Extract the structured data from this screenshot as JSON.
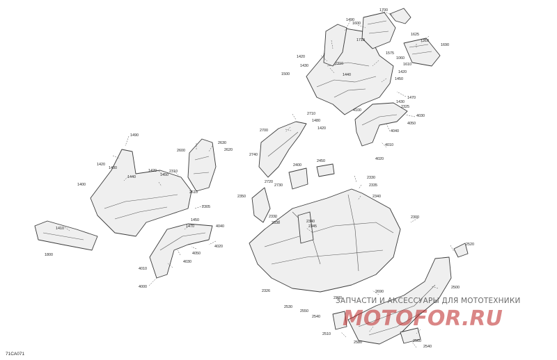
{
  "diagram": {
    "code": "71CA071"
  },
  "callouts": [
    {
      "id": "c1700",
      "text": "1700"
    },
    {
      "id": "c1490a",
      "text": "1490"
    },
    {
      "id": "c1600",
      "text": "1600"
    },
    {
      "id": "c1625",
      "text": "1625"
    },
    {
      "id": "c1710",
      "text": "1710"
    },
    {
      "id": "c1310",
      "text": "1310"
    },
    {
      "id": "c1690",
      "text": "1690"
    },
    {
      "id": "c1575",
      "text": "1575"
    },
    {
      "id": "c1420a",
      "text": "1420"
    },
    {
      "id": "c1060",
      "text": "1060"
    },
    {
      "id": "c1610",
      "text": "1610"
    },
    {
      "id": "c1430a",
      "text": "1430"
    },
    {
      "id": "c2310a",
      "text": "2310"
    },
    {
      "id": "c1420b",
      "text": "1420"
    },
    {
      "id": "c1500",
      "text": "1500"
    },
    {
      "id": "c1440a",
      "text": "1440"
    },
    {
      "id": "c1450a",
      "text": "1450"
    },
    {
      "id": "c1470a",
      "text": "1470"
    },
    {
      "id": "c1430b",
      "text": "1430"
    },
    {
      "id": "c2325",
      "text": "2325"
    },
    {
      "id": "c4100",
      "text": "4100"
    },
    {
      "id": "c4030a",
      "text": "4030"
    },
    {
      "id": "c4050a",
      "text": "4050"
    },
    {
      "id": "c4040",
      "text": "4040"
    },
    {
      "id": "c4010a",
      "text": "4010"
    },
    {
      "id": "c4020a",
      "text": "4020"
    },
    {
      "id": "c2710",
      "text": "2710"
    },
    {
      "id": "c1480",
      "text": "1480"
    },
    {
      "id": "c1420c",
      "text": "1420"
    },
    {
      "id": "c2700",
      "text": "2700"
    },
    {
      "id": "c1490b",
      "text": "1490"
    },
    {
      "id": "c2630",
      "text": "2630"
    },
    {
      "id": "c2620",
      "text": "2620"
    },
    {
      "id": "c2600",
      "text": "2600"
    },
    {
      "id": "c1420d",
      "text": "1420"
    },
    {
      "id": "c1430c",
      "text": "1430"
    },
    {
      "id": "c1440b",
      "text": "1440"
    },
    {
      "id": "c1420e",
      "text": "1420"
    },
    {
      "id": "c1450b",
      "text": "1450"
    },
    {
      "id": "c2310b",
      "text": "2310"
    },
    {
      "id": "c1400",
      "text": "1400"
    },
    {
      "id": "c2610",
      "text": "2610"
    },
    {
      "id": "c2305",
      "text": "2305"
    },
    {
      "id": "c1450c",
      "text": "1450"
    },
    {
      "id": "c1470b",
      "text": "1470"
    },
    {
      "id": "c4040b",
      "text": "4040"
    },
    {
      "id": "c1410",
      "text": "1410"
    },
    {
      "id": "c4020b",
      "text": "4020"
    },
    {
      "id": "c4050b",
      "text": "4050"
    },
    {
      "id": "c4030b",
      "text": "4030"
    },
    {
      "id": "c1800",
      "text": "1800"
    },
    {
      "id": "c4010b",
      "text": "4010"
    },
    {
      "id": "c4000",
      "text": "4000"
    },
    {
      "id": "c2740",
      "text": "2740"
    },
    {
      "id": "c2720",
      "text": "2720"
    },
    {
      "id": "c2730",
      "text": "2730"
    },
    {
      "id": "c2400",
      "text": "2400"
    },
    {
      "id": "c2450",
      "text": "2450"
    },
    {
      "id": "c2330a",
      "text": "2330"
    },
    {
      "id": "c2335",
      "text": "2335"
    },
    {
      "id": "c2340a",
      "text": "2340"
    },
    {
      "id": "c2350",
      "text": "2350"
    },
    {
      "id": "c2330b",
      "text": "2330"
    },
    {
      "id": "c2338",
      "text": "2338"
    },
    {
      "id": "c2340b",
      "text": "2340"
    },
    {
      "id": "c2345",
      "text": "2345"
    },
    {
      "id": "c2300",
      "text": "2300"
    },
    {
      "id": "c2326",
      "text": "2326"
    },
    {
      "id": "c2520",
      "text": "2520"
    },
    {
      "id": "c2500",
      "text": "2500"
    },
    {
      "id": "c2690",
      "text": "2690"
    },
    {
      "id": "c2320",
      "text": "2320"
    },
    {
      "id": "c2530",
      "text": "2530"
    },
    {
      "id": "c2550",
      "text": "2550"
    },
    {
      "id": "c2540a",
      "text": "2540"
    },
    {
      "id": "c2510",
      "text": "2510"
    },
    {
      "id": "c2580",
      "text": "2580"
    },
    {
      "id": "c2560",
      "text": "2560"
    },
    {
      "id": "c2540b",
      "text": "2540"
    }
  ],
  "watermark": {
    "text": "ЗАПЧАСТИ И АКСЕССУАРЫ ДЛЯ МОТОТЕХНИКИ",
    "logo": "MOTOFOR.RU"
  }
}
